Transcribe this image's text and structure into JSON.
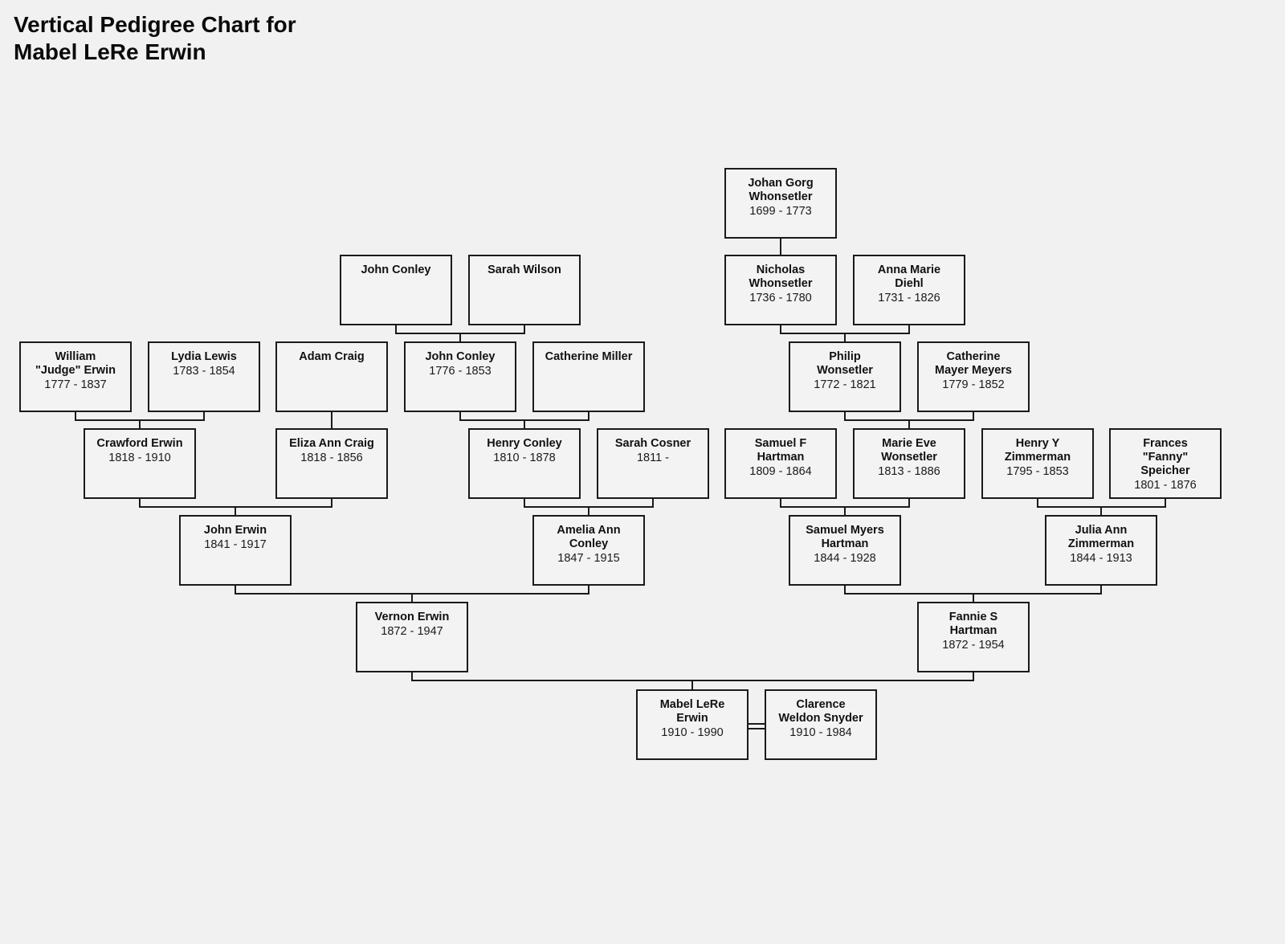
{
  "title": {
    "line1": "Vertical Pedigree Chart for",
    "line2": "Mabel LeRe Erwin"
  },
  "people": {
    "johan_gorg_whonsetler": {
      "name": "Johan Gorg\nWhonsetler",
      "dates": "1699 - 1773"
    },
    "john_conley_sr": {
      "name": "John Conley",
      "dates": ""
    },
    "sarah_wilson": {
      "name": "Sarah Wilson",
      "dates": ""
    },
    "nicholas_whonsetler": {
      "name": "Nicholas\nWhonsetler",
      "dates": "1736 - 1780"
    },
    "anna_marie_diehl": {
      "name": "Anna Marie\nDiehl",
      "dates": "1731 - 1826"
    },
    "william_judge_erwin": {
      "name": "William\n\"Judge\" Erwin",
      "dates": "1777 - 1837"
    },
    "lydia_lewis": {
      "name": "Lydia Lewis",
      "dates": "1783 - 1854"
    },
    "adam_craig": {
      "name": "Adam Craig",
      "dates": ""
    },
    "john_conley": {
      "name": "John Conley",
      "dates": "1776 - 1853"
    },
    "catherine_miller": {
      "name": "Catherine Miller",
      "dates": ""
    },
    "philip_wonsetler": {
      "name": "Philip\nWonsetler",
      "dates": "1772 - 1821"
    },
    "catherine_mayer_meyers": {
      "name": "Catherine\nMayer Meyers",
      "dates": "1779 - 1852"
    },
    "crawford_erwin": {
      "name": "Crawford Erwin",
      "dates": "1818 - 1910"
    },
    "eliza_ann_craig": {
      "name": "Eliza Ann Craig",
      "dates": "1818 - 1856"
    },
    "henry_conley": {
      "name": "Henry Conley",
      "dates": "1810 - 1878"
    },
    "sarah_cosner": {
      "name": "Sarah Cosner",
      "dates": "1811 -"
    },
    "samuel_f_hartman": {
      "name": "Samuel F\nHartman",
      "dates": "1809 - 1864"
    },
    "marie_eve_wonsetler": {
      "name": "Marie Eve\nWonsetler",
      "dates": "1813 - 1886"
    },
    "henry_y_zimmerman": {
      "name": "Henry Y\nZimmerman",
      "dates": "1795 - 1853"
    },
    "frances_fanny_speicher": {
      "name": "Frances\n\"Fanny\"\nSpeicher",
      "dates": "1801 - 1876"
    },
    "john_erwin": {
      "name": "John Erwin",
      "dates": "1841 - 1917"
    },
    "amelia_ann_conley": {
      "name": "Amelia Ann\nConley",
      "dates": "1847 - 1915"
    },
    "samuel_myers_hartman": {
      "name": "Samuel Myers\nHartman",
      "dates": "1844 - 1928"
    },
    "julia_ann_zimmerman": {
      "name": "Julia Ann\nZimmerman",
      "dates": "1844 - 1913"
    },
    "vernon_erwin": {
      "name": "Vernon Erwin",
      "dates": "1872 - 1947"
    },
    "fannie_s_hartman": {
      "name": "Fannie S\nHartman",
      "dates": "1872 - 1954"
    },
    "mabel_lere_erwin": {
      "name": "Mabel LeRe\nErwin",
      "dates": "1910 - 1990"
    },
    "clarence_weldon_snyder": {
      "name": "Clarence\nWeldon Snyder",
      "dates": "1910 - 1984"
    }
  },
  "colors": {
    "background": "#f1f1f1",
    "box_border": "#1a1a1a",
    "text": "#111111"
  }
}
